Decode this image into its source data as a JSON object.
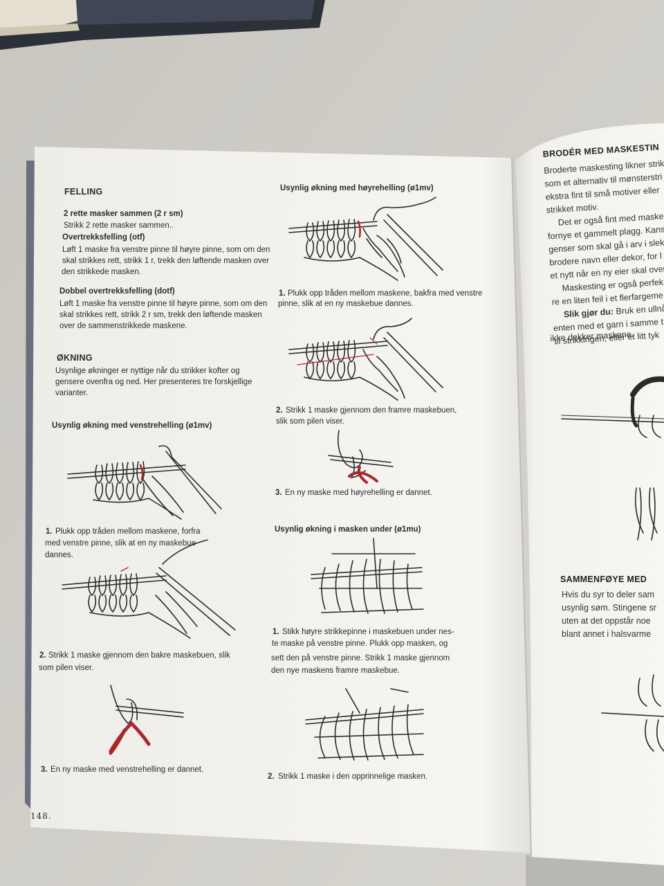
{
  "book": {
    "left_page": {
      "page_number": "148.",
      "felling": {
        "heading": "FELLING",
        "item1_title": "2 rette masker sammen  (2 r sm)",
        "item1_text": "Strikk 2 rette masker sammen..",
        "item2_title": "Overtrekksfelling (otf)",
        "item2_lines": [
          "Løft 1 maske fra venstre pinne til høyre pinne, som om den",
          "skal strikkes rett, strikk 1 r, trekk den løftende masken over",
          "den strikkede masken."
        ],
        "item3_title": "Dobbel overtrekksfelling (dotf)",
        "item3_lines": [
          "Løft 1 maske fra venstre pinne til høyre pinne, som om den",
          "skal strikkes rett, strikk 2 r sm, trekk den løftende masken",
          "over de sammenstrikkede maskene."
        ]
      },
      "okning": {
        "heading": "ØKNING",
        "lines": [
          "Usynlige økninger er nyttige når du strikker kofter og",
          "gensere ovenfra og ned. Her presenteres tre forskjellige",
          "varianter."
        ]
      },
      "venstre": {
        "title": "Usynlig økning med venstrehelling (ø1mv)",
        "step1_num": "1.",
        "step1_lines": [
          "Plukk opp tråden mellom maskene, forfra",
          "med venstre pinne, slik at en ny maskebue",
          "dannes."
        ],
        "step2_num": "2.",
        "step2_lines": [
          "Strikk 1 maske gjennom den bakre maskebuen, slik",
          "som pilen viser."
        ],
        "step3_num": "3.",
        "step3_text": "En ny maske med venstrehelling er dannet."
      }
    },
    "middle": {
      "hoyre": {
        "title": "Usynlig økning med høyrehelling (ø1mv)",
        "step1_num": "1.",
        "step1_lines": [
          "Plukk opp tråden mellom maskene, bakfra med venstre",
          "pinne, slik at en ny maskebue dannes."
        ],
        "step2_num": "2.",
        "step2_lines": [
          "Strikk 1 maske gjennom den framre maskebuen,",
          "slik som pilen viser."
        ],
        "step3_num": "3.",
        "step3_text": "En ny maske med høyrehelling er dannet."
      },
      "under": {
        "title": "Usynlig økning i masken under (ø1mu)",
        "step1_num": "1.",
        "step1_lines": [
          "Stikk høyre strikkepinne i maskebuen under nes-",
          "te maske på venstre pinne. Plukk opp masken, og",
          "sett den på venstre pinne. Strikk 1 maske gjennom",
          "den nye maskens framre maskebue."
        ],
        "step2_num": "2.",
        "step2_text": "Strikk 1 maske i den opprinnelige masken."
      }
    },
    "right_page": {
      "heading": "BRODÉR MED MASKESTIN",
      "lines": [
        "Broderte maskesting likner strikk",
        "som et alternativ til mønsterstri",
        "ekstra fint til små motiver eller",
        "strikket motiv.",
        "Det er også fint med maske",
        "fornye et gammelt plagg. Kans",
        "genser som skal gå i arv i slek",
        "brodere navn eller dekor, for l",
        "et nytt når en ny eier skal over",
        "Maskesting er også perfek",
        "re en liten feil i et flerfargeme"
      ],
      "slik_label": "Slik gjør du:",
      "slik_rest": " Bruk en ullnå",
      "lines2": [
        "enten med et garn i samme t",
        "til strikkingen, eller et litt tyk",
        "ikke dekker maskene."
      ],
      "section2_heading": "SAMMENFØYE MED",
      "section2_lines": [
        "Hvis du syr to deler sam",
        "usynlig søm. Stingene sr",
        "uten at det oppstår noe",
        "blant annet i halsvarme"
      ]
    }
  },
  "colors": {
    "background": "#cfcdc6",
    "page": "#f4f3ee",
    "ink": "#2a2a2a",
    "accent_red": "#a8282c"
  }
}
